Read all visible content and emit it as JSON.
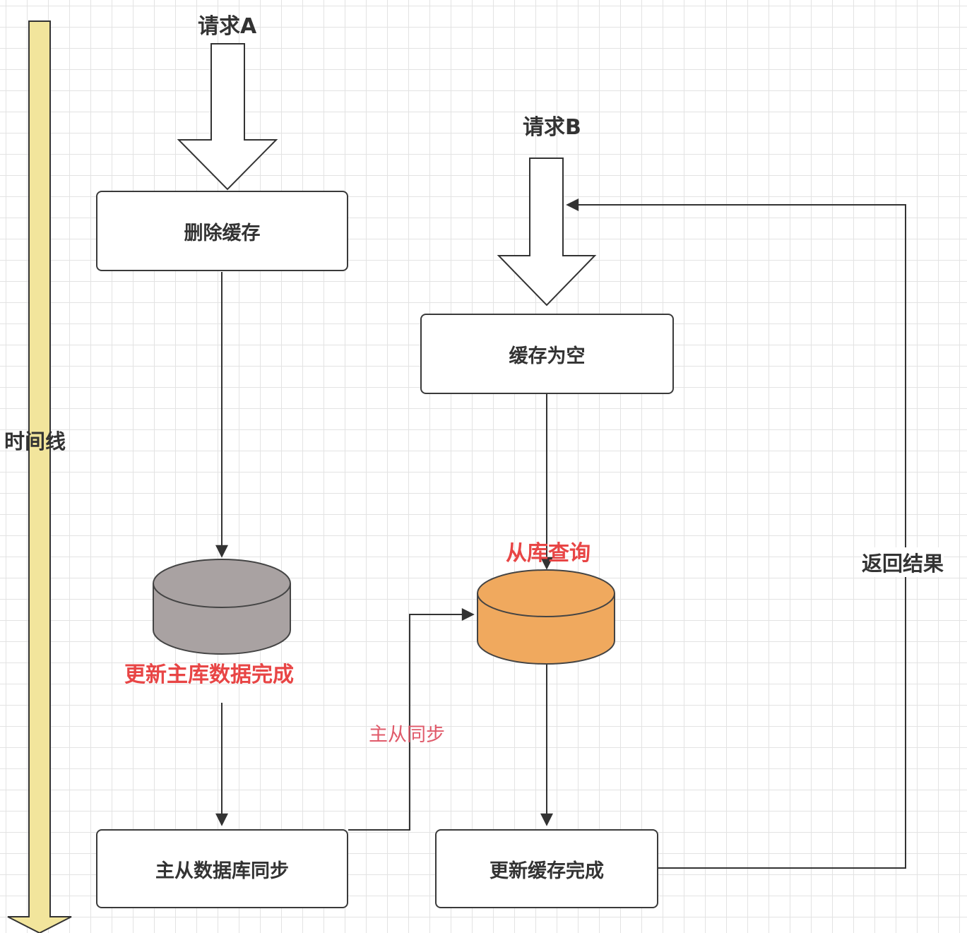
{
  "requests": {
    "a": "请求A",
    "b": "请求B"
  },
  "timeline": {
    "label": "时间线",
    "color": "#f2e59c"
  },
  "boxes": {
    "delete_cache": "删除缓存",
    "cache_empty": "缓存为空",
    "master_slave_db_sync": "主从数据库同步",
    "update_cache_done": "更新缓存完成"
  },
  "databases": {
    "master": {
      "label": "更新主库数据完成",
      "fill": "#a9a2a2"
    },
    "slave": {
      "label": "从库查询",
      "fill": "#f0a95e"
    }
  },
  "edge_labels": {
    "master_slave_sync": "主从同步",
    "return_result": "返回结果"
  },
  "colors": {
    "highlight_text": "#e84545",
    "sync_text": "#e05a6a"
  }
}
